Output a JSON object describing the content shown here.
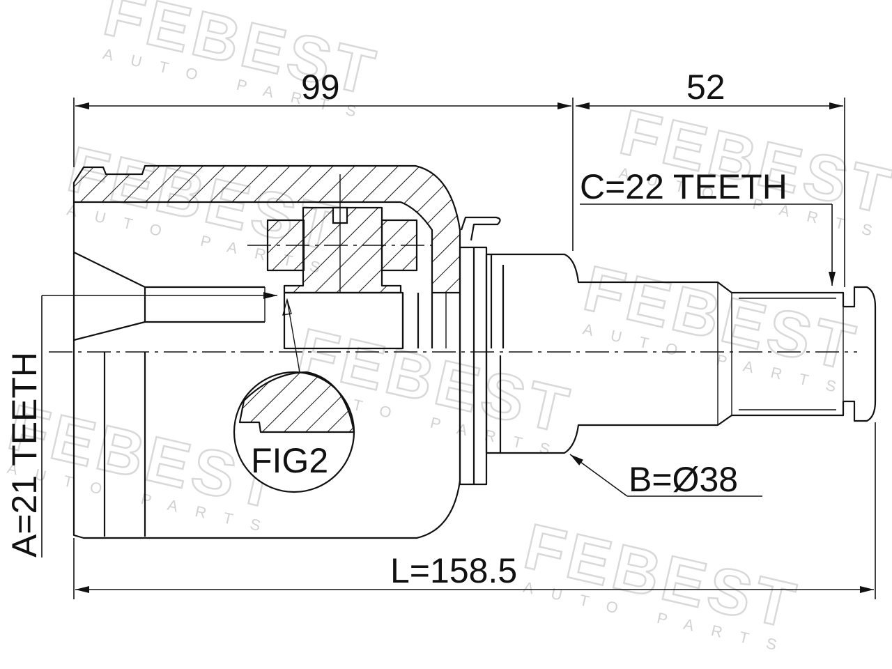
{
  "watermark": {
    "brand": "FEBEST",
    "tagline": "AUTO PARTS"
  },
  "dimensions": {
    "length_left": "99",
    "length_right": "52",
    "total_length": "L=158.5",
    "spline_a": "A=21 TEETH",
    "spline_c": "C=22 TEETH",
    "diameter_b": "B=Ø38"
  },
  "callouts": {
    "detail_label": "FIG2"
  }
}
